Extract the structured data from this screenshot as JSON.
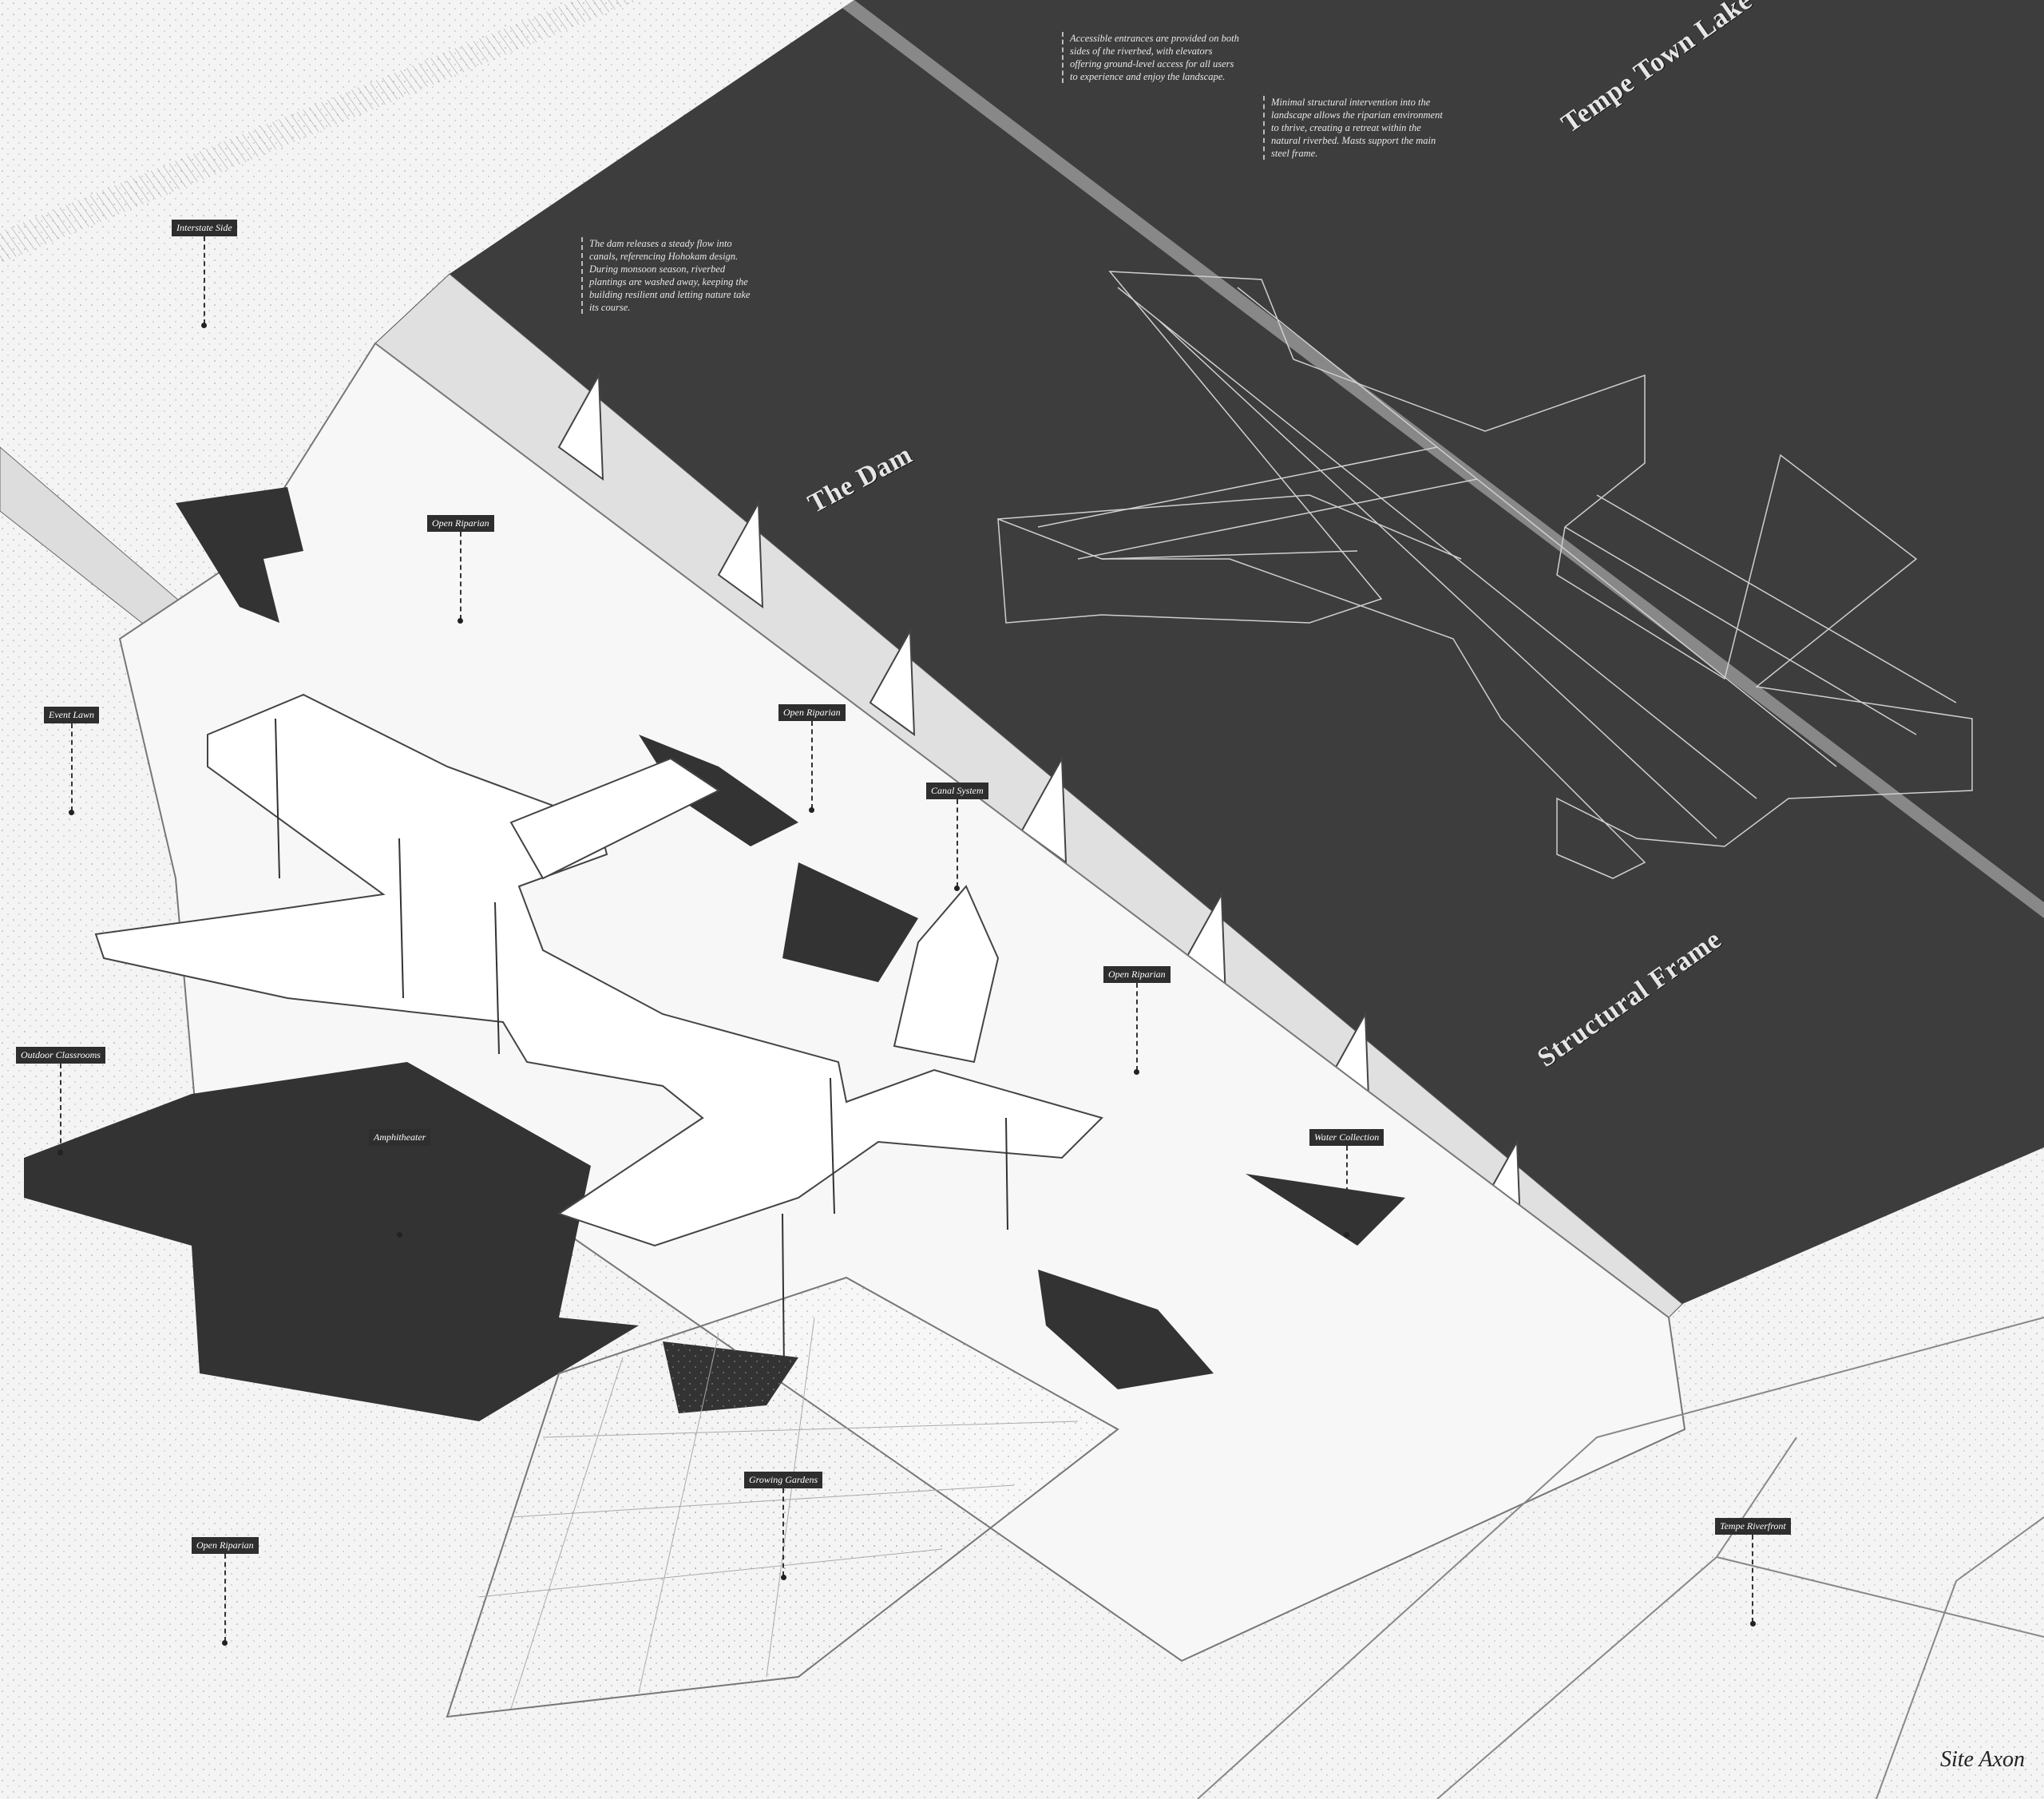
{
  "title": "Site Axon",
  "region_labels": {
    "lake": "Tempe Town Lake",
    "dam": "The Dam",
    "frame": "Structural Frame"
  },
  "tags": [
    {
      "label": "Interstate Side"
    },
    {
      "label": "Open Riparian"
    },
    {
      "label": "Event Lawn"
    },
    {
      "label": "Open Riparian"
    },
    {
      "label": "Canal System"
    },
    {
      "label": "Open Riparian"
    },
    {
      "label": "Outdoor Classrooms"
    },
    {
      "label": "Amphitheater"
    },
    {
      "label": "Water Collection"
    },
    {
      "label": "Growing Gardens"
    },
    {
      "label": "Open Riparian"
    },
    {
      "label": "Tempe Riverfront"
    }
  ],
  "notes": {
    "entrances": "Accessible entrances are provided on both sides of the riverbed, with elevators offering ground-level access for all users to experience and enjoy the landscape.",
    "structure": "Minimal structural intervention into the landscape allows the riparian environment to thrive, creating a retreat within the natural riverbed. Masts support the main steel frame.",
    "dam": "The dam releases a steady flow into canals, referencing Hohokam design. During monsoon season, riverbed plantings are washed away, keeping the building resilient and letting nature take its course."
  },
  "colors": {
    "lake": "#3d3d3d",
    "ground": "#f4f4f4",
    "structure": "#ffffff",
    "pool": "#333333"
  }
}
